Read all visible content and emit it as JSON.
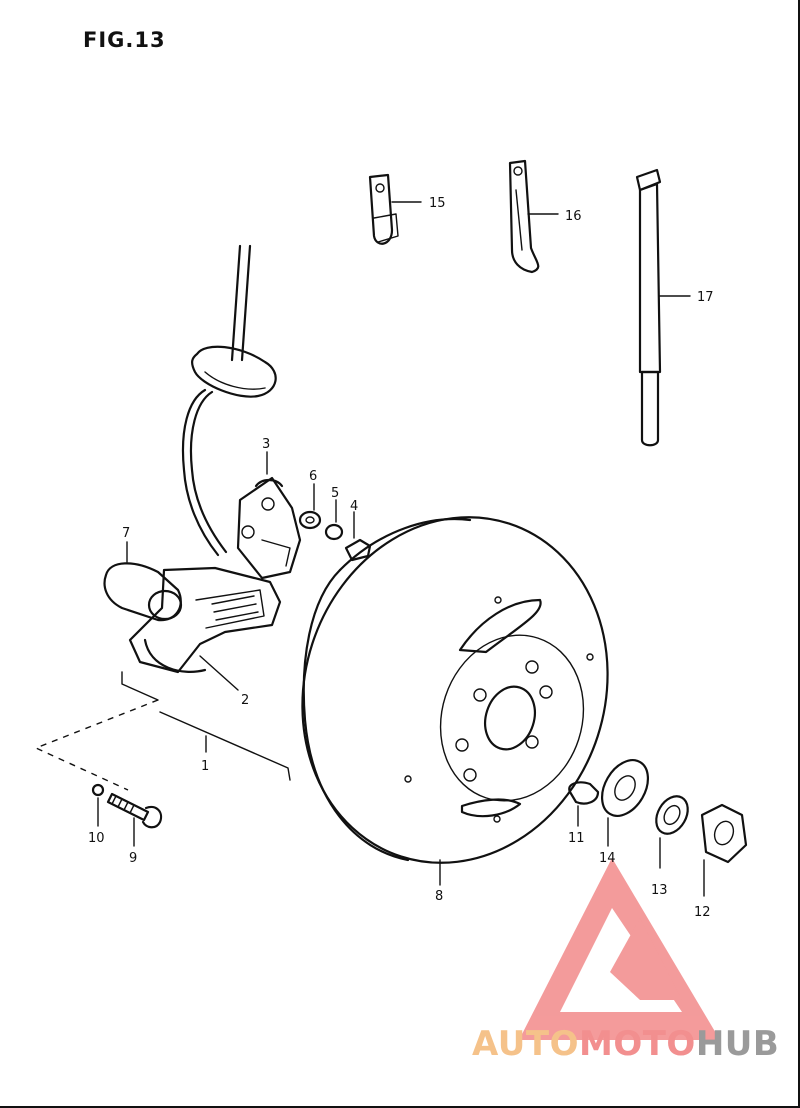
{
  "figure": {
    "title": "FIG.13"
  },
  "parts": [
    {
      "number": "1"
    },
    {
      "number": "2"
    },
    {
      "number": "3"
    },
    {
      "number": "4"
    },
    {
      "number": "5"
    },
    {
      "number": "6"
    },
    {
      "number": "7"
    },
    {
      "number": "8"
    },
    {
      "number": "9"
    },
    {
      "number": "10"
    },
    {
      "number": "11"
    },
    {
      "number": "12"
    },
    {
      "number": "13"
    },
    {
      "number": "14"
    },
    {
      "number": "15"
    },
    {
      "number": "16"
    },
    {
      "number": "17"
    }
  ],
  "watermark": {
    "part1": "AUTO",
    "part2": "MOTO",
    "part3": "HUB",
    "colors": {
      "auto": "#f5c28a",
      "moto": "#f28f8f",
      "hub": "#9a9a9a",
      "logo": "#f07a7a"
    }
  }
}
